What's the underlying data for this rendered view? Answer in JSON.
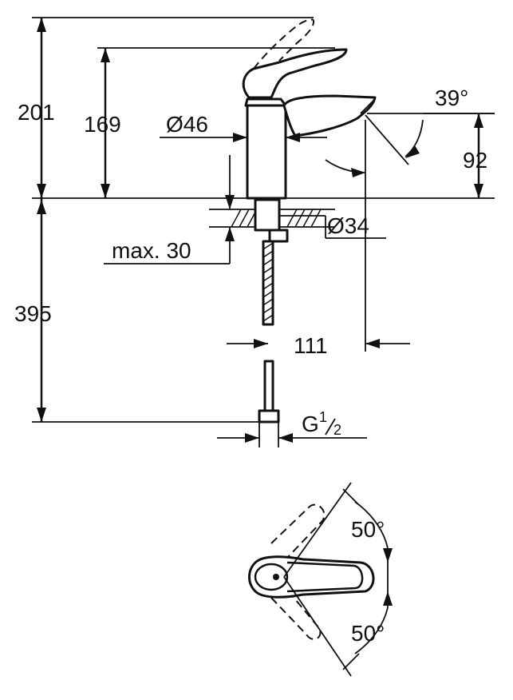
{
  "dimensions": {
    "total_height": "201",
    "handle_height": "169",
    "body_diameter": "Ø46",
    "spout_angle": "39°",
    "spout_height": "92",
    "shank_diameter": "Ø34",
    "max_counter_thickness": "max. 30",
    "below_counter_length": "395",
    "spout_reach": "111",
    "connection_prefix": "G",
    "connection_num": "1",
    "connection_den": "2",
    "rotation_left": "50°",
    "rotation_right": "50°"
  }
}
